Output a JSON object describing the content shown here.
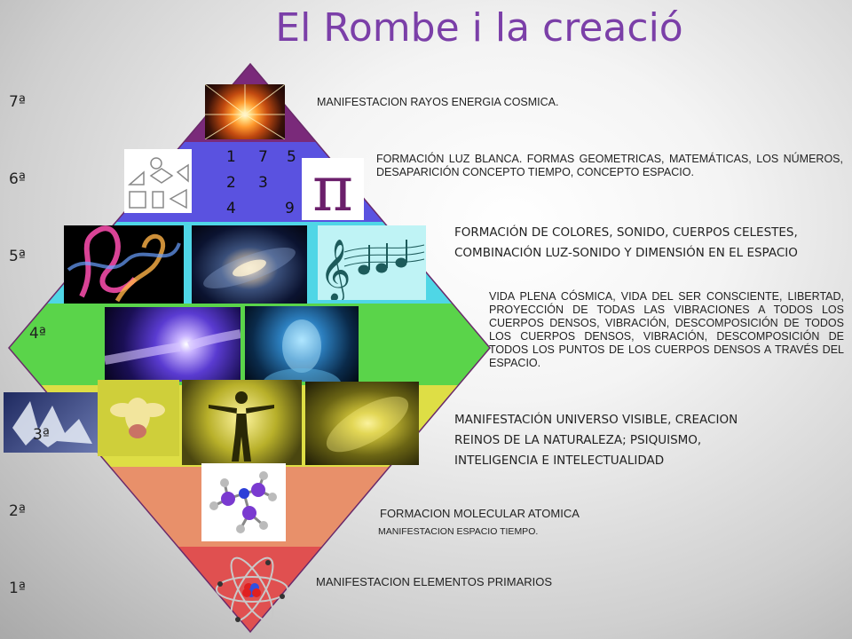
{
  "title": "El Rombe i la creació",
  "levels": [
    "7ª",
    "6ª",
    "5ª",
    "4ª",
    "3ª",
    "2ª",
    "1ª"
  ],
  "descriptions": {
    "l7": "MANIFESTACION RAYOS ENERGIA COSMICA.",
    "l6": "FORMACIÓN LUZ BLANCA. FORMAS GEOMETRICAS, MATEMÁTICAS, LOS NÚMEROS, DESAPARICIÓN CONCEPTO TIEMPO, CONCEPTO ESPACIO.",
    "l5a": "FORMACIÓN DE COLORES, SONIDO, CUERPOS CELESTES,",
    "l5b": "COMBINACIÓN LUZ-SONIDO Y DIMENSIÓN EN EL ESPACIO",
    "l4": "VIDA PLENA CÓSMICA, VIDA DEL SER CONSCIENTE, LIBERTAD, PROYECCIÓN DE TODAS LAS VIBRACIONES A TODOS LOS CUERPOS DENSOS, VIBRACIÓN, DESCOMPOSICIÓN DE TODOS LOS CUERPOS DENSOS, VIBRACIÓN, DESCOMPOSICIÓN DE TODOS LOS PUNTOS DE LOS CUERPOS DENSOS A TRAVÉS DEL ESPACIO.",
    "l3a": "MANIFESTACIÓN UNIVERSO VISIBLE, CREACION",
    "l3b": "REINOS DE LA NATURALEZA; PSIQUISMO,",
    "l3c": "INTELIGENCIA E INTELECTUALIDAD",
    "l2a": "FORMACION MOLECULAR ATOMICA",
    "l2b": "MANIFESTACION ESPACIO TIEMPO.",
    "l1": "MANIFESTACION ELEMENTOS PRIMARIOS"
  },
  "numbers": [
    "1",
    "7",
    "5",
    "2",
    "3",
    "4",
    "9"
  ],
  "pi_symbol": "π",
  "colors": {
    "title": "#7b3fa8",
    "band7": "#7a2a7a",
    "band6": "#5a52e0",
    "band5": "#4fd6e6",
    "band4": "#5ad44a",
    "band3": "#dede45",
    "band2": "#e8906a",
    "band1": "#e05050"
  },
  "icons": [
    "cosmic-burst-image",
    "geometric-shapes-image",
    "pi-symbol-image",
    "smoke-colors-image",
    "galaxy-image",
    "music-notes-image",
    "touching-hands-image",
    "cyber-head-image",
    "crystal-image",
    "orchid-image",
    "human-figure-image",
    "spiral-galaxy-image",
    "molecule-image",
    "atom-icon"
  ]
}
